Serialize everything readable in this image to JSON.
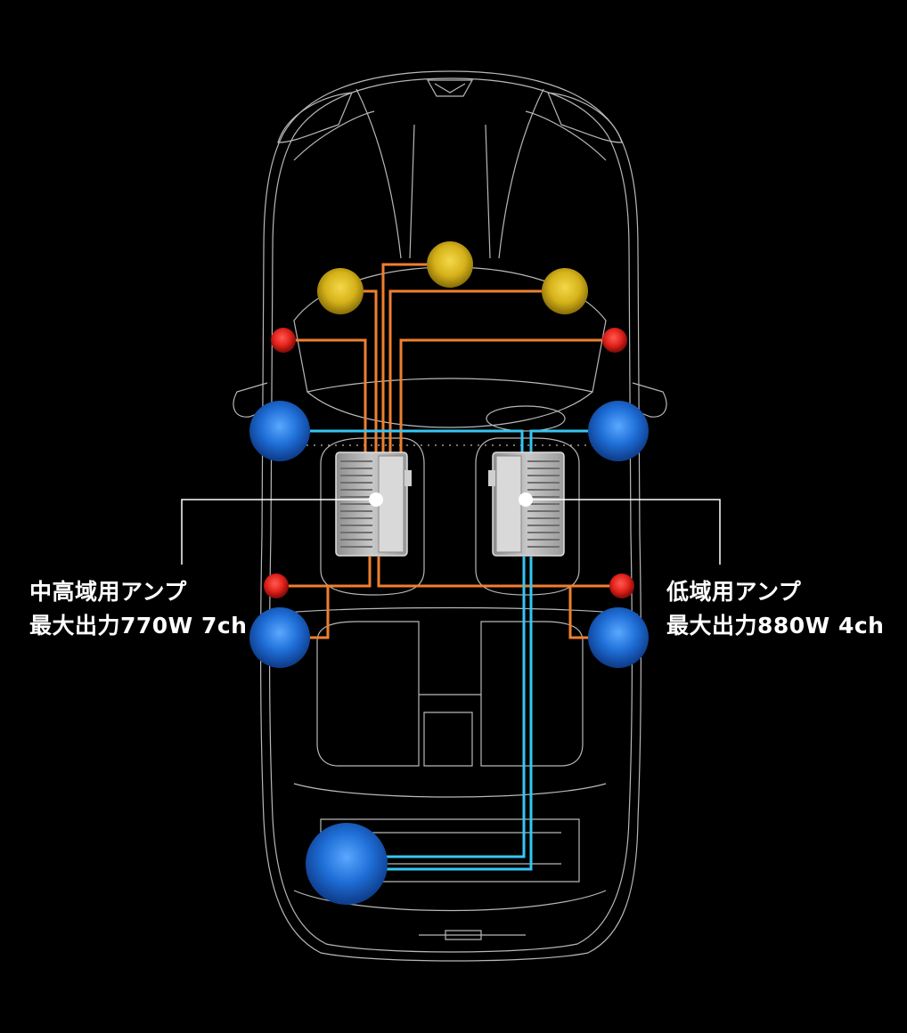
{
  "labels": {
    "left": {
      "line1": "中高域用アンプ",
      "line2": "最大出力770W 7ch"
    },
    "right": {
      "line1": "低域用アンプ",
      "line2": "最大出力880W 4ch"
    }
  },
  "colors": {
    "background": "#000000",
    "car_outline": "#d9d9d9",
    "tweeter": "#d9b61c",
    "midrange": "#e3231c",
    "woofer": "#1f6fd8",
    "orange_wire": "#ef7f2f",
    "cyan_wire": "#37c6f2",
    "amp_body": "#b9b9b9"
  }
}
